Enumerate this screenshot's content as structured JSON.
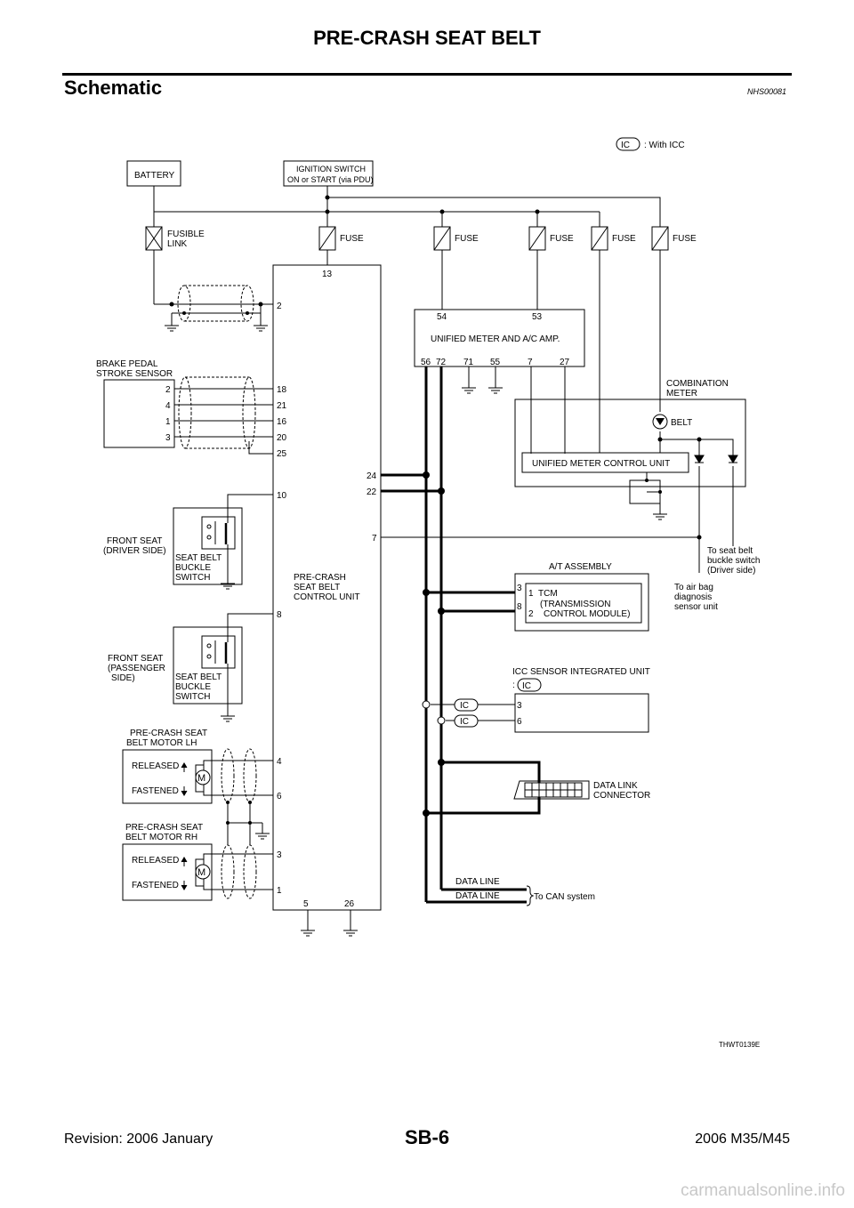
{
  "header": {
    "title": "PRE-CRASH SEAT BELT",
    "section": "Schematic",
    "section_code": "NHS00081"
  },
  "legend": {
    "badge": "IC",
    "text": ": With ICC"
  },
  "components": {
    "battery": "BATTERY",
    "ignition_line1": "IGNITION SWITCH",
    "ignition_line2": "ON or START (via PDU)",
    "fusible_link_line1": "FUSIBLE",
    "fusible_link_line2": "LINK",
    "fuse": "FUSE",
    "unified_meter": "UNIFIED METER AND A/C AMP.",
    "brake_sensor_line1": "BRAKE PEDAL",
    "brake_sensor_line2": "STROKE SENSOR",
    "combination_meter_line1": "COMBINATION",
    "combination_meter_line2": "METER",
    "belt": "BELT",
    "meter_control_unit": "UNIFIED METER CONTROL UNIT",
    "front_seat_driver_line1": "FRONT SEAT",
    "front_seat_driver_line2": "(DRIVER SIDE)",
    "buckle_line1": "SEAT BELT",
    "buckle_line2": "BUCKLE",
    "buckle_line3": "SWITCH",
    "control_unit_line1": "PRE-CRASH",
    "control_unit_line2": "SEAT BELT",
    "control_unit_line3": "CONTROL UNIT",
    "to_buckle_line1": "To seat belt",
    "to_buckle_line2": "buckle switch",
    "to_buckle_line3": "(Driver side)",
    "to_airbag_line1": "To air bag",
    "to_airbag_line2": "diagnosis",
    "to_airbag_line3": "sensor unit",
    "at_assembly": "A/T ASSEMBLY",
    "tcm_line1": "TCM",
    "tcm_line2": "(TRANSMISSION",
    "tcm_line3": "CONTROL MODULE)",
    "front_seat_pass_line1": "FRONT SEAT",
    "front_seat_pass_line2": "(PASSENGER",
    "front_seat_pass_line3": "SIDE)",
    "icc_unit": "ICC SENSOR INTEGRATED UNIT",
    "icc_colon": ":",
    "ic": "IC",
    "motor_lh_line1": "PRE-CRASH SEAT",
    "motor_lh_line2": "BELT MOTOR LH",
    "motor_rh_line1": "PRE-CRASH SEAT",
    "motor_rh_line2": "BELT MOTOR RH",
    "released": "RELEASED",
    "fastened": "FASTENED",
    "motor": "M",
    "dlc_line1": "DATA LINK",
    "dlc_line2": "CONNECTOR",
    "data_line": "DATA LINE",
    "to_can": "To CAN system"
  },
  "pins": {
    "cu_13": "13",
    "cu_2": "2",
    "cu_18": "18",
    "cu_21": "21",
    "cu_16": "16",
    "cu_20": "20",
    "cu_25": "25",
    "cu_24": "24",
    "cu_22": "22",
    "cu_10": "10",
    "cu_7": "7",
    "cu_8": "8",
    "cu_4": "4",
    "cu_6": "6",
    "cu_3": "3",
    "cu_1": "1",
    "cu_5": "5",
    "cu_26": "26",
    "um_54": "54",
    "um_53": "53",
    "um_56": "56",
    "um_72": "72",
    "um_71": "71",
    "um_55": "55",
    "um_7": "7",
    "um_27": "27",
    "bs_2": "2",
    "bs_4": "4",
    "bs_1": "1",
    "bs_3": "3",
    "at_3": "3",
    "at_8": "8",
    "tcm_1": "1",
    "tcm_2": "2",
    "icc_3": "3",
    "icc_6": "6"
  },
  "footer": {
    "figure_code": "THWT0139E",
    "revision": "Revision: 2006 January",
    "page": "SB-6",
    "model": "2006 M35/M45",
    "watermark": "carmanualsonline.info"
  }
}
